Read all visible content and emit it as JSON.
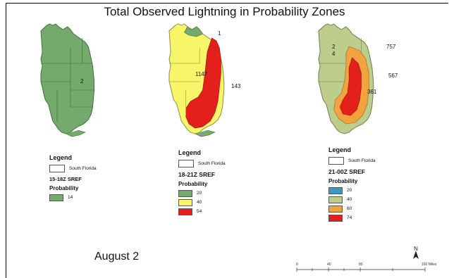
{
  "title": "Total Observed Lightning in Probability Zones",
  "date": "August 2",
  "colors": {
    "p14": "#74aa6c",
    "p20": "#3f97c4",
    "p20_green": "#74aa6c",
    "p40": "#f7f56a",
    "p40_sage": "#bccd8c",
    "p54": "#e3201b",
    "p60": "#f4a23e",
    "p74": "#e3201b"
  },
  "maps": [
    {
      "labels": [
        {
          "text": "2"
        }
      ]
    },
    {
      "labels": [
        {
          "text": "1"
        },
        {
          "text": "1147"
        },
        {
          "text": "143"
        }
      ]
    },
    {
      "labels": [
        {
          "text": "2"
        },
        {
          "text": "4"
        },
        {
          "text": "757"
        },
        {
          "text": "567"
        },
        {
          "text": "361"
        }
      ]
    }
  ],
  "legends": [
    {
      "heading": "Legend",
      "region": "South Florida",
      "sref": "15-18Z SREF",
      "probability": "Probability",
      "items": [
        {
          "label": "14",
          "color": "#74aa6c"
        }
      ]
    },
    {
      "heading": "Legend",
      "region": "South Florida",
      "sref": "18-21Z SREF",
      "probability": "Probability",
      "items": [
        {
          "label": "20",
          "color": "#74aa6c"
        },
        {
          "label": "40",
          "color": "#f7f56a"
        },
        {
          "label": "54",
          "color": "#e3201b"
        }
      ]
    },
    {
      "heading": "Legend",
      "region": "South Florida",
      "sref": "21-00Z SREF",
      "probability": "Probability",
      "items": [
        {
          "label": "20",
          "color": "#3f97c4"
        },
        {
          "label": "40",
          "color": "#bccd8c"
        },
        {
          "label": "60",
          "color": "#f4a23e"
        },
        {
          "label": "74",
          "color": "#e3201b"
        }
      ]
    }
  ],
  "north_label": "N",
  "scale": {
    "ticks": [
      "0",
      "40",
      "80",
      "160 Miles"
    ]
  }
}
